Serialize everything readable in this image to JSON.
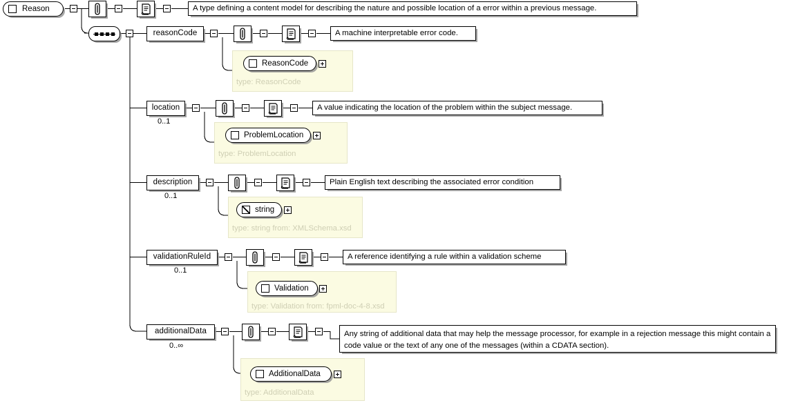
{
  "diagram": {
    "kind": "xsd-schema-tree",
    "root": {
      "name": "Reason",
      "icon": "complex-type-icon",
      "annotation_icon": "paperclip-icon",
      "documentation_icon": "documentation-scroll-icon",
      "documentation": "A type defining a content model for describing the nature and possible location of a error within a previous message.",
      "compositor": "sequence-icon"
    },
    "children": [
      {
        "name": "reasonCode",
        "cardinality": "",
        "annotation_icon": "paperclip-icon",
        "documentation_icon": "documentation-scroll-icon",
        "documentation": "A machine interpretable error code.",
        "type_name": "ReasonCode",
        "type_icon": "complex-type-icon",
        "type_caption": "type: ReasonCode"
      },
      {
        "name": "location",
        "cardinality": "0..1",
        "annotation_icon": "paperclip-icon",
        "documentation_icon": "documentation-scroll-icon",
        "documentation": "A value indicating the location of the problem within the subject message.",
        "type_name": "ProblemLocation",
        "type_icon": "complex-type-icon",
        "type_caption": "type: ProblemLocation"
      },
      {
        "name": "description",
        "cardinality": "0..1",
        "annotation_icon": "paperclip-icon",
        "documentation_icon": "documentation-scroll-icon",
        "documentation": "Plain English text describing the associated error condition",
        "type_name": "string",
        "type_icon": "simple-type-icon",
        "type_caption": "type: string from: XMLSchema.xsd"
      },
      {
        "name": "validationRuleId",
        "cardinality": "0..1",
        "annotation_icon": "paperclip-icon",
        "documentation_icon": "documentation-scroll-icon",
        "documentation": "A reference identifying a rule within a validation scheme",
        "type_name": "Validation",
        "type_icon": "complex-type-icon",
        "type_caption": "type: Validation from: fpml-doc-4-8.xsd"
      },
      {
        "name": "additionalData",
        "cardinality": "0..∞",
        "annotation_icon": "paperclip-icon",
        "documentation_icon": "documentation-scroll-icon",
        "documentation": "Any string of additional data that may help the message processor, for example in a rejection message this might contain a code value or the text of any one of the messages (within a CDATA section).",
        "type_name": "AdditionalData",
        "type_icon": "complex-type-icon",
        "type_caption": "type: AdditionalData"
      }
    ],
    "colors": {
      "background": "#ffffff",
      "line": "#000000",
      "type_panel_fill": "#fbfbe2",
      "type_panel_border": "#e6e6c8",
      "type_caption_text": "#cfcfb4",
      "box_shadow": "#969696"
    }
  }
}
